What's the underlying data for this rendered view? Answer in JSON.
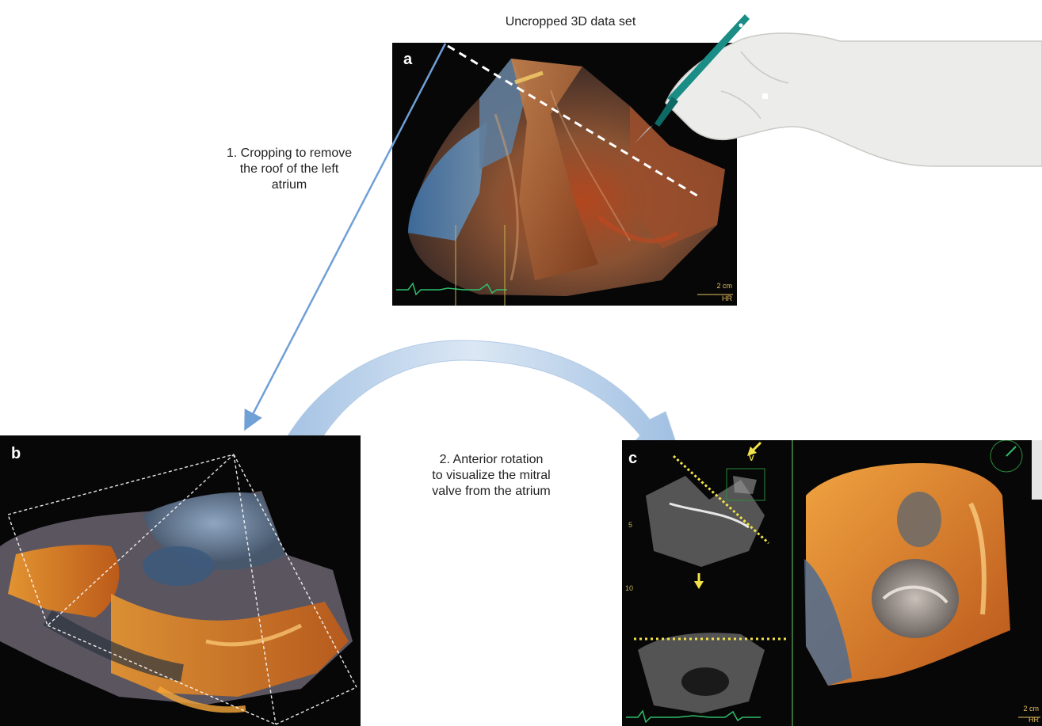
{
  "title": "Uncropped 3D data set",
  "step1": {
    "line1": "1. Cropping to remove",
    "line2": "the roof of the left",
    "line3": "atrium"
  },
  "step2": {
    "line1": "2. Anterior rotation",
    "line2": "to visualize the mitral",
    "line3": "valve from the atrium"
  },
  "panels": {
    "a": {
      "letter": "a",
      "scale_value": "2 cm",
      "scale_mode": "HR"
    },
    "b": {
      "letter": "b"
    },
    "c": {
      "letter": "c",
      "scale_value": "2 cm",
      "scale_mode": "HR",
      "depth_5": "5",
      "depth_10": "10",
      "marker_v": "V"
    }
  },
  "colors": {
    "arrow_blue": "#6fa0d6",
    "curved_arrow": "#bcd3ec",
    "crop_line": "#ffffff",
    "crop_plane_yellow": "#f2e24a",
    "ecg_green": "#2fbf6a"
  },
  "icons": [
    "scalpel-icon",
    "gloved-hand-icon",
    "down-arrow-icon",
    "diagonal-arrow-icon"
  ]
}
